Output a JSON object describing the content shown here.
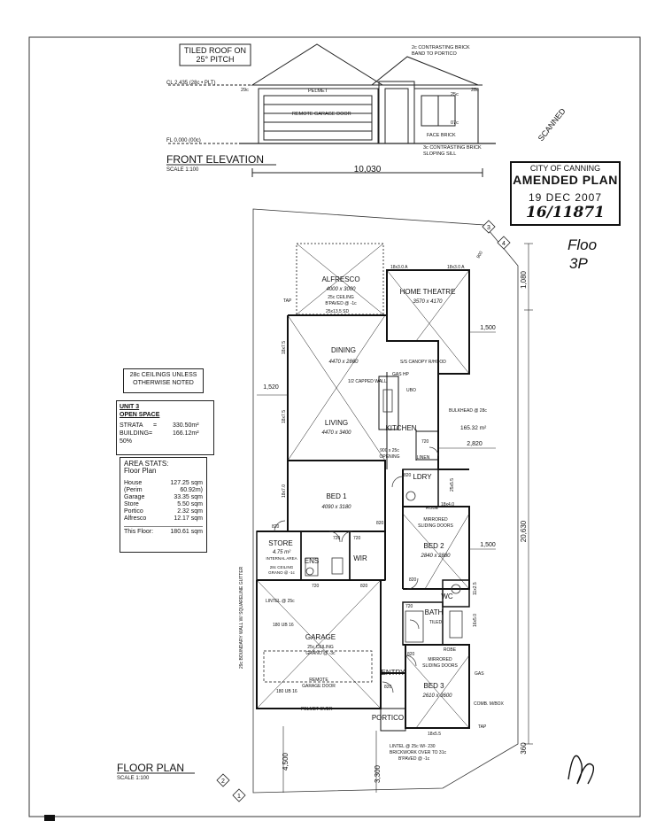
{
  "elevation": {
    "roof_note_1": "TILED ROOF ON",
    "roof_note_2": "25° PITCH",
    "brick_band_1": "2c CONTRASTING BRICK",
    "brick_band_2": "BAND TO PORTICO",
    "ceiling_level": "CL 2.435 (28c • PLT)",
    "floor_level": "FL 0.000 (00c)",
    "pelmet": "PELMET",
    "remote_door": "REMOTE GARAGE DOOR",
    "c29": "29c",
    "c28": "28c",
    "c25": "25c",
    "c07": "07c",
    "face_brick": "FACE BRICK",
    "sill_1": "3c CONTRASTING BRICK",
    "sill_2": "SLOPING SILL",
    "title": "FRONT ELEVATION",
    "scale": "SCALE 1:100",
    "width_dim": "10,030",
    "scanned": "SCANNED"
  },
  "stamp": {
    "council": "CITY OF CANNING",
    "label": "AMENDED PLAN",
    "date": "19 DEC 2007",
    "number": "16/11871"
  },
  "handwritten": {
    "line1": "Floo",
    "line2": "3P"
  },
  "notes": {
    "ceiling_1": "28c CEILINGS UNLESS",
    "ceiling_2": "OTHERWISE NOTED"
  },
  "open_space": {
    "unit": "UNIT 3",
    "heading": "OPEN SPACE",
    "rows": [
      {
        "label": "STRATA",
        "eq": "=",
        "value": "330.50m²"
      },
      {
        "label": "BUILDING=",
        "eq": "",
        "value": "166.12m²"
      },
      {
        "label": "50%",
        "eq": "",
        "value": ""
      }
    ]
  },
  "area_stats": {
    "title": "AREA STATS:",
    "subtitle": "Floor Plan",
    "rows": [
      {
        "label": "House",
        "value": "127.25 sqm"
      },
      {
        "label": "(Perim",
        "value": "60.92m)"
      },
      {
        "label": "Garage",
        "value": "33.35 sqm"
      },
      {
        "label": "Store",
        "value": "5.50 sqm"
      },
      {
        "label": "Portico",
        "value": "2.32 sqm"
      },
      {
        "label": "Alfresco",
        "value": "12.17 sqm"
      }
    ],
    "total_label": "This Floor:",
    "total_value": "180.61 sqm"
  },
  "plan": {
    "title": "FLOOR PLAN",
    "scale": "SCALE 1:100",
    "area_total": "165.32 m²",
    "rooms": {
      "alfresco": "ALFRESCO",
      "alfresco_size": "4000 x 3000",
      "alfresco_note1": "25c CEILING",
      "alfresco_note2": "B'PAVED @ -1c",
      "home_theatre": "HOME THEATRE",
      "home_theatre_size": "3570 x 4170",
      "dining": "DINING",
      "dining_size": "4470 x 2860",
      "living": "LIVING",
      "living_size": "4470 x 3400",
      "kitchen": "KITCHEN",
      "bed1": "BED 1",
      "bed1_size": "4090 x 3180",
      "bed2": "BED 2",
      "bed2_size": "2840 x 2880",
      "bed3": "BED 3",
      "bed3_size": "2610 x 3600",
      "store": "STORE",
      "store_size": "4.75 m²",
      "store_note": "INTERNAL AREA",
      "ens": "ENS",
      "wir": "WIR",
      "ldry": "LDRY",
      "bath": "BATH",
      "bath_note": "TILED",
      "wc": "WC",
      "garage": "GARAGE",
      "garage_note1": "25c CEILING",
      "garage_note2": "GRANO @ -3c",
      "garage_door1": "REMOTE",
      "garage_door2": "GARAGE DOOR",
      "entry": "ENTRY",
      "portico": "PORTICO"
    },
    "labels": {
      "mirrored1": "MIRRORED",
      "sliding1": "SLIDING DOORS",
      "mirrored2": "MIRRORED",
      "sliding2": "SLIDING DOORS",
      "linen": "LINEN",
      "robe1": "ROBE",
      "robe2": "ROBE",
      "opening1": "900 x 25c",
      "opening2": "OPENING",
      "lintel1": "LINTEL @ 25c",
      "lintel2": "LINTEL @ 25c W/- 230",
      "lintel3": "BRICKWORK OVER TO 31c",
      "lintel4": "B'PAVED @ -1c",
      "pelmet_over": "PELMET OVER",
      "boundary": "29c BOUNDARY WALL W/ SQUARELINE GUTTER",
      "bulkhead": "BULKHEAD @ 28c",
      "canopy": "S/S CANOPY R/HOOD",
      "ubo": "UBO",
      "gas_hp": "GAS HP",
      "capped": "1/2 CAPPED WALL",
      "comb": "COMB. M/BOX",
      "gas": "GAS",
      "tap1": "TAP",
      "tap2": "TAP",
      "ceiling_store1": "28c CEILING",
      "ceiling_store2": "GRANO @ -1c",
      "lintel_a": "25x13.5 SD",
      "beam1": "180 UB 16",
      "beam2": "180 UB 16"
    },
    "widths": {
      "w18x30a": "18x3.0 A",
      "w18x30b": "18x3.0 A",
      "w18x75a": "18x7.5",
      "w18x75b": "18x7.5",
      "w18x70": "18x7.0",
      "w18x40": "18x4.0",
      "w11x25": "11x2.5",
      "w16x50": "16x5.0",
      "w18x55": "18x5.5",
      "w25x55": "25x5.5"
    },
    "doors": [
      "820",
      "720",
      "720",
      "820",
      "720",
      "820",
      "720",
      "820",
      "720",
      "820",
      "820",
      "820"
    ],
    "dims": {
      "d1520": "1,520",
      "d1500a": "1,500",
      "d1500b": "1,500",
      "d2820": "2,820",
      "d1080": "1,080",
      "d20630": "20,630",
      "d360": "360",
      "d4500": "4,500",
      "d3300": "3,300",
      "d900": "900"
    },
    "grid": [
      "3",
      "4",
      "2",
      "1"
    ]
  }
}
